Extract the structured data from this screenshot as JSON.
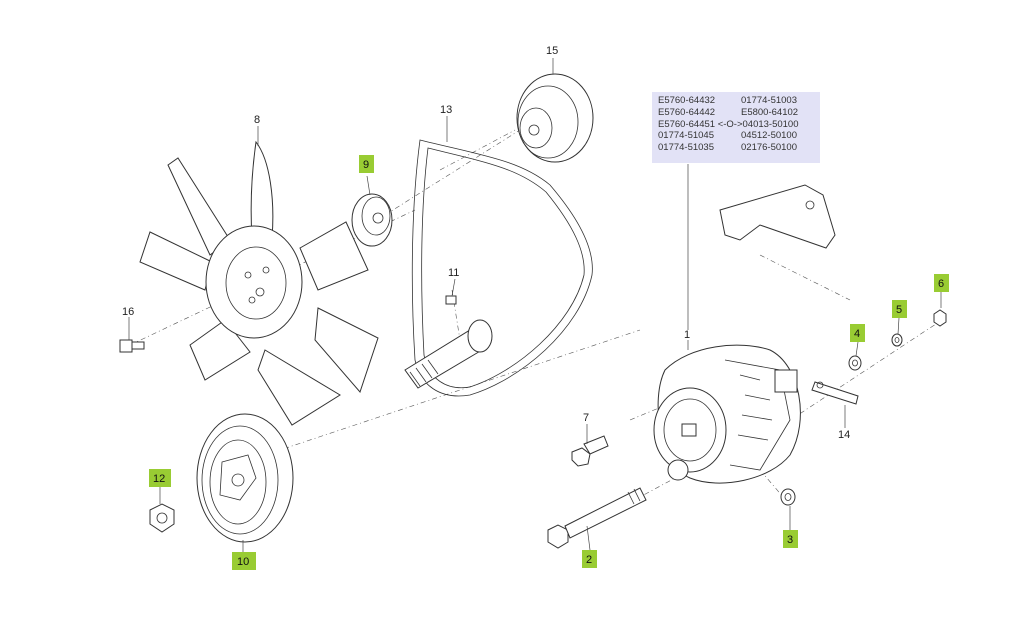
{
  "colors": {
    "highlight": "#99cc33",
    "table_bg": "#e2e2f6",
    "line": "#333333"
  },
  "callouts": {
    "c1": "1",
    "c2": "2",
    "c3": "3",
    "c4": "4",
    "c5": "5",
    "c6": "6",
    "c7": "7",
    "c8": "8",
    "c9": "9",
    "c10": "10",
    "c11": "11",
    "c12": "12",
    "c13": "13",
    "c14": "14",
    "c15": "15",
    "c16": "16"
  },
  "part_numbers": {
    "r1a": "E5760-64432",
    "r1b": "01774-51003",
    "r2a": "E5760-64442",
    "r2b": "E5800-64102",
    "r3a": "E5760-64451 <-O->04013-50100",
    "r4a": "01774-51045",
    "r4b": "04512-50100",
    "r5a": "01774-51035",
    "r5b": "02176-50100"
  }
}
